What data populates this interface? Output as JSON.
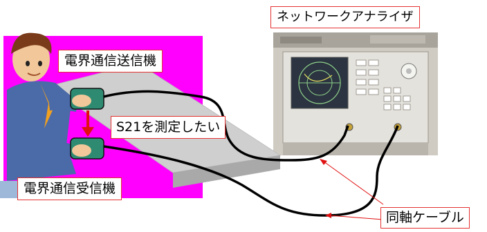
{
  "labels": {
    "transmitter": "電界通信送信機",
    "receiver": "電界通信受信機",
    "s21": "S21を測定したい",
    "analyzer": "ネットワークアナライザ",
    "cable": "同軸ケーブル"
  },
  "colors": {
    "panel_background": "#ff00ff",
    "label_border": "#e53030",
    "signal_arrow": "#e01010",
    "device_green": "#2e8b72",
    "cable": "#000000"
  }
}
